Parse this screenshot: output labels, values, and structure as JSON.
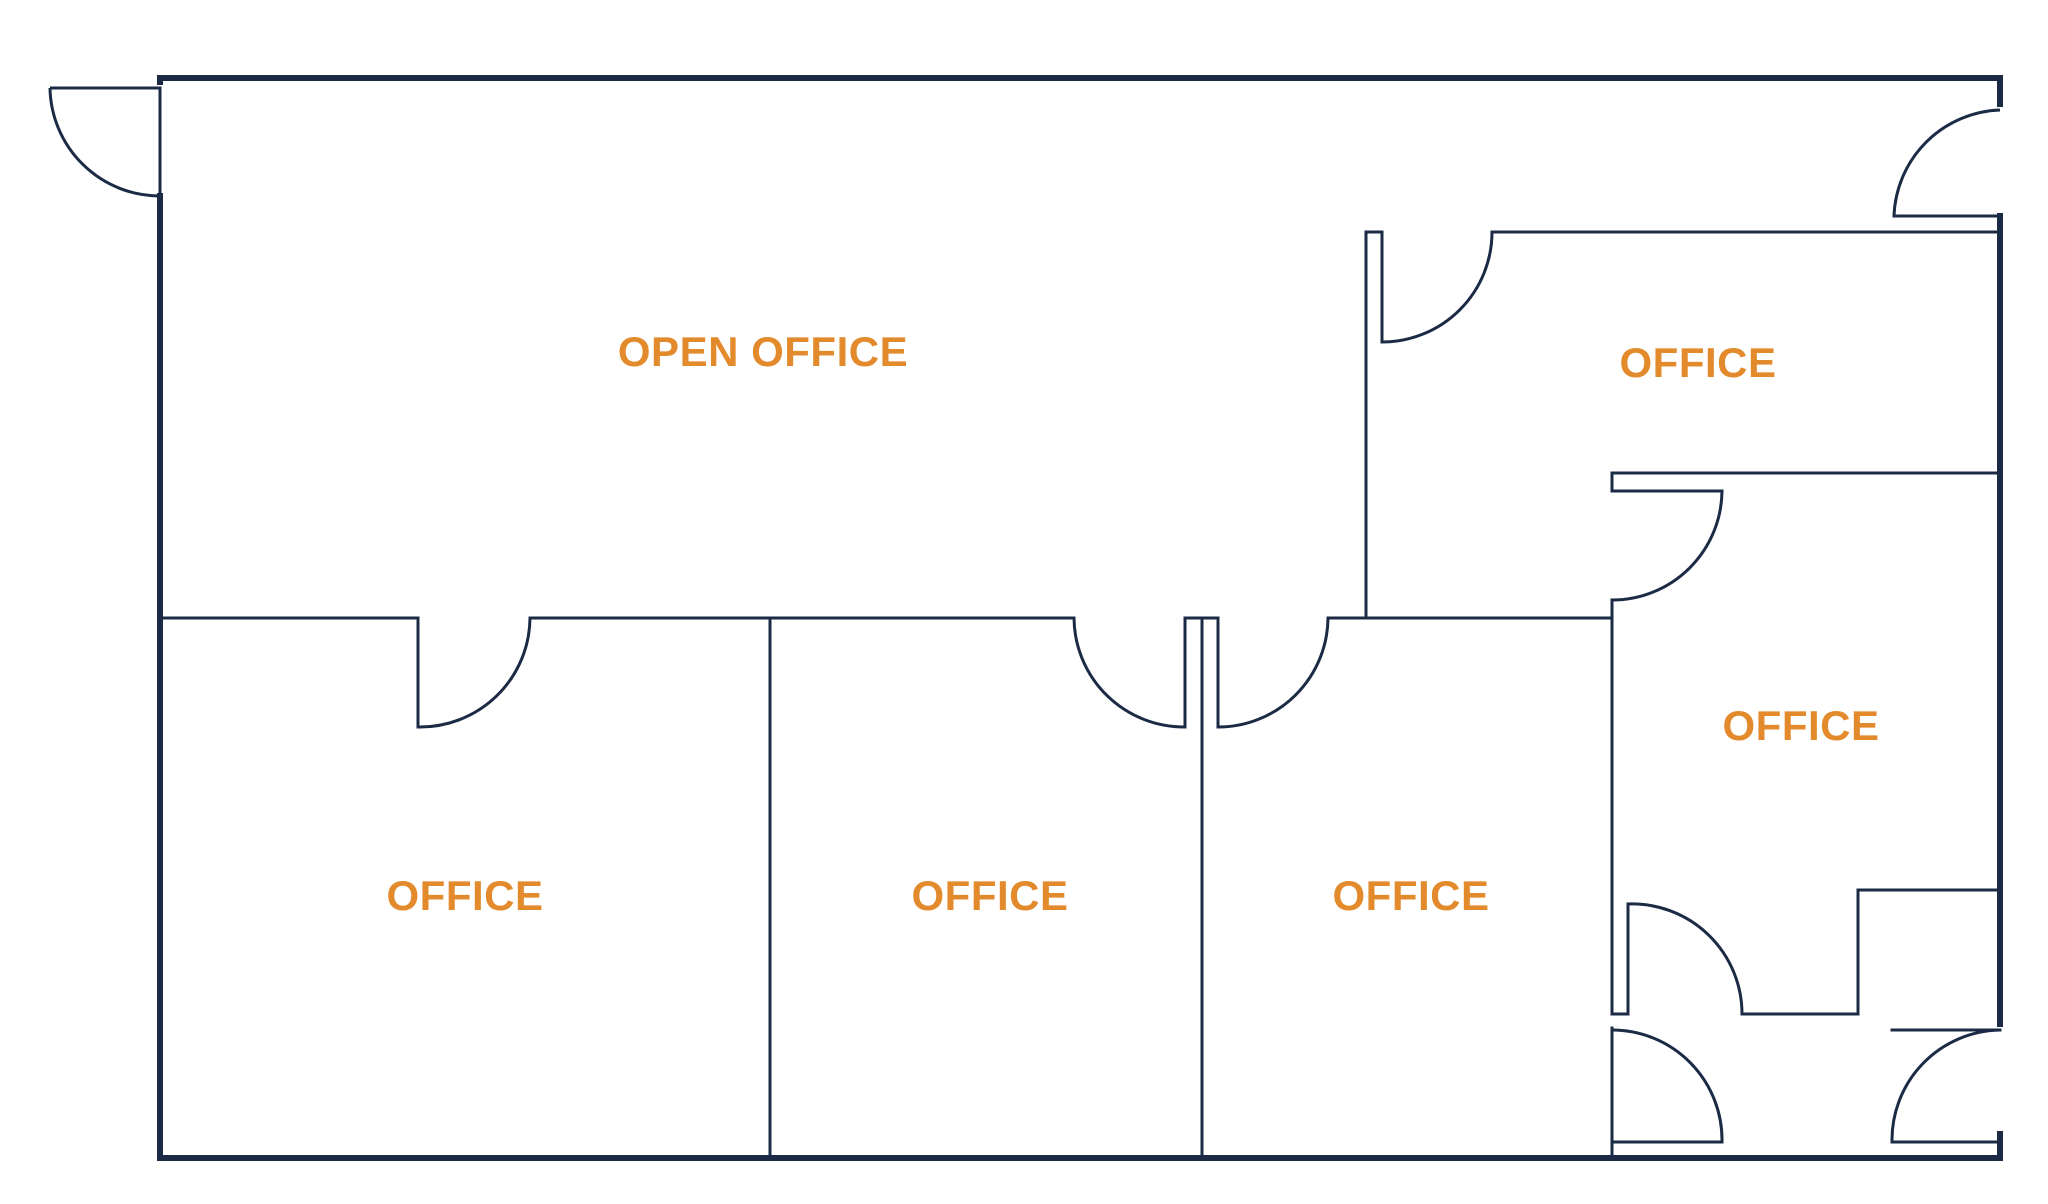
{
  "colors": {
    "wall": "#1b2a45",
    "label": "#e38b2c",
    "background": "#ffffff"
  },
  "rooms": {
    "open_office": {
      "label": "OPEN OFFICE"
    },
    "office_top_right": {
      "label": "OFFICE"
    },
    "office_right": {
      "label": "OFFICE"
    },
    "office_bottom_left": {
      "label": "OFFICE"
    },
    "office_bottom_center": {
      "label": "OFFICE"
    },
    "office_bottom_center_right": {
      "label": "OFFICE"
    }
  }
}
